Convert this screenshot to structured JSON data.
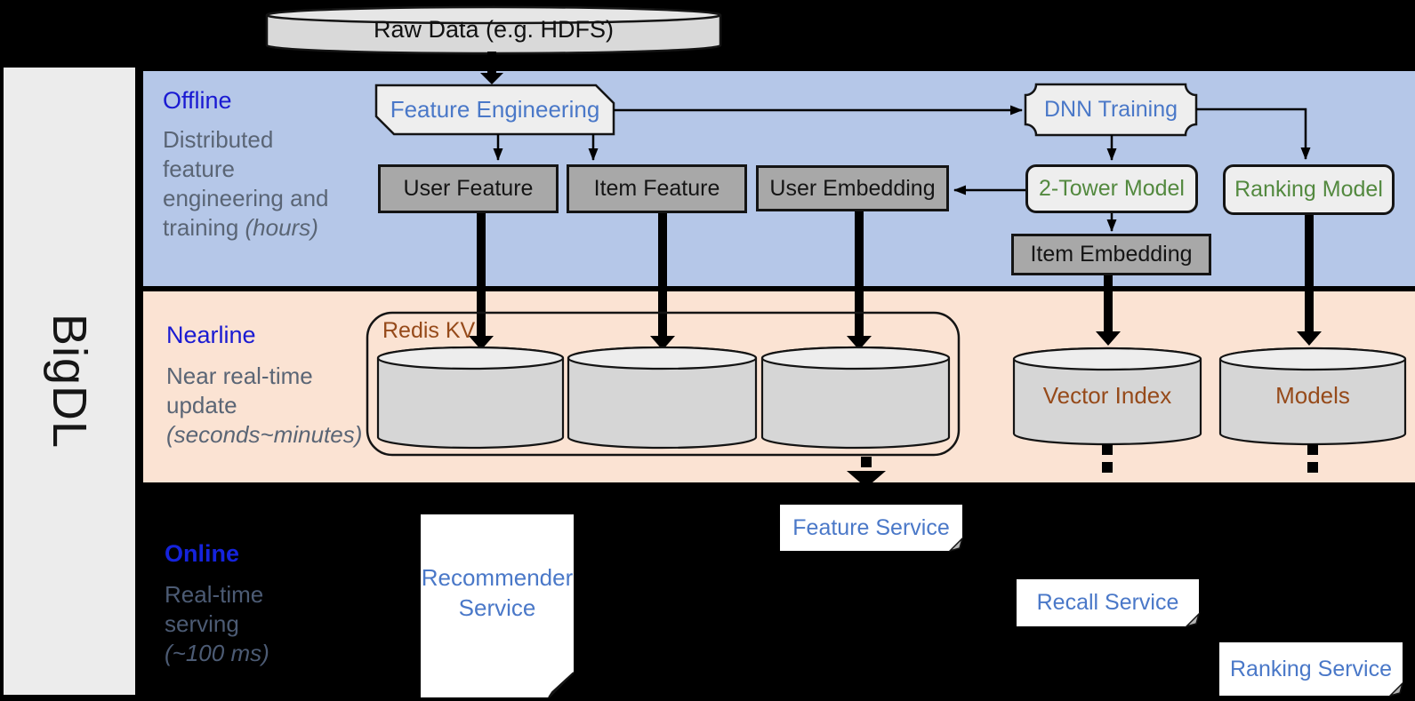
{
  "title_bar": {
    "label": "BigDL"
  },
  "source": {
    "label": "Raw Data (e.g. HDFS)"
  },
  "sections": {
    "offline": {
      "title": "Offline",
      "desc1": "Distributed",
      "desc2": "feature",
      "desc3": "engineering and",
      "desc4": "training ",
      "desc4_italic": "(hours)"
    },
    "nearline": {
      "title": "Nearline",
      "desc1": "Near real-time",
      "desc2": "update",
      "desc3_italic": "(seconds~minutes)"
    },
    "online": {
      "title": "Online",
      "desc1": "Real-time",
      "desc2": "serving",
      "desc3_italic": "(~100 ms)"
    }
  },
  "nodes": {
    "feature_engineering": "Feature Engineering",
    "dnn_training": "DNN Training",
    "user_feature": "User Feature",
    "item_feature": "Item Feature",
    "user_embedding": "User Embedding",
    "two_tower_model": "2-Tower Model",
    "ranking_model": "Ranking Model",
    "item_embedding": "Item Embedding",
    "redis_kv": "Redis KV",
    "vector_index": "Vector Index",
    "models": "Models",
    "feature_service": "Feature Service",
    "recall_service": "Recall Service",
    "ranking_service": "Ranking Service",
    "recommender_line1": "Recommender",
    "recommender_line2": "Service"
  },
  "colors": {
    "background": "#000000",
    "sidebar": "#ececec",
    "offline_band": "#b5c7e8",
    "nearline_band": "#fbe3d3",
    "heading_blue": "#1a1ad2",
    "accent_blue": "#4a78c8",
    "accent_green": "#53893f",
    "accent_brown": "#964a1a",
    "muted_text": "#5a6575",
    "node_gray": "#a8a8a8",
    "node_light": "#eeeeee",
    "cylinder_body": "#d6d6d6"
  }
}
